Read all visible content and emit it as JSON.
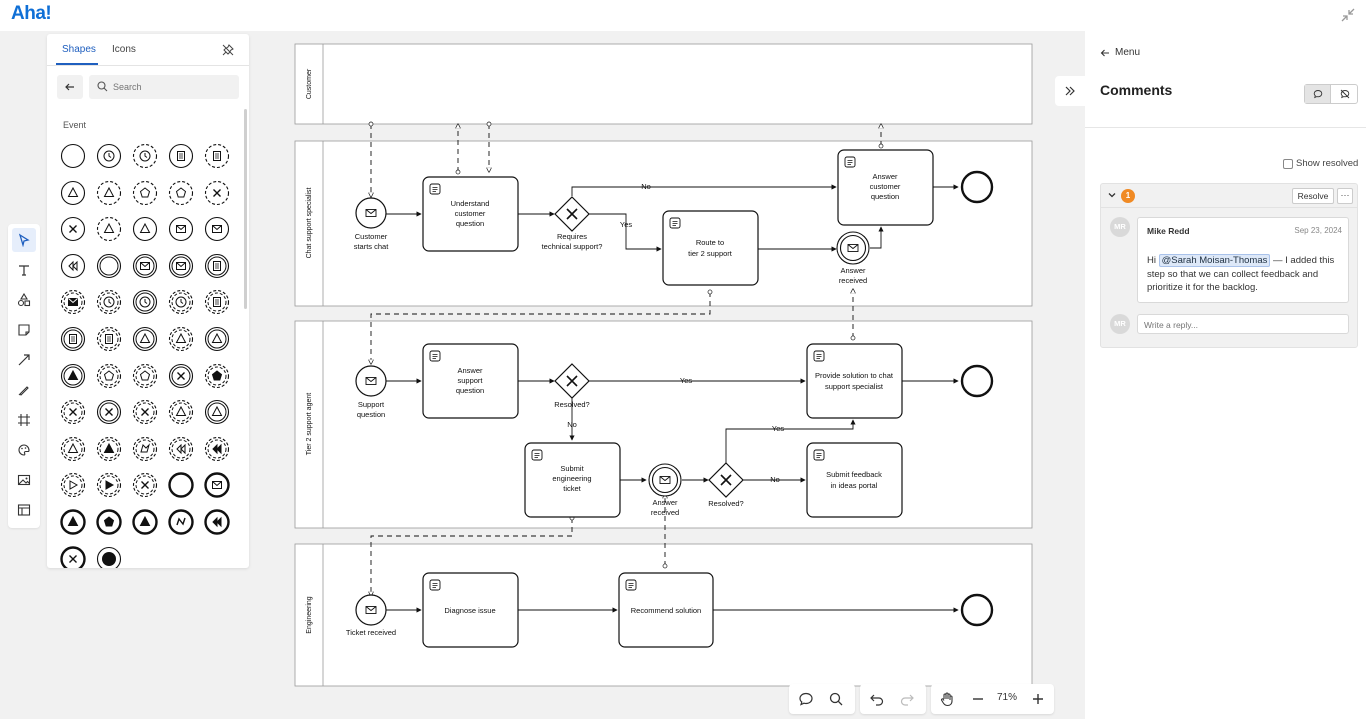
{
  "app": {
    "logo": "Aha!"
  },
  "panel": {
    "tabs": [
      {
        "label": "Shapes",
        "active": true
      },
      {
        "label": "Icons",
        "active": false
      }
    ],
    "search_placeholder": "Search",
    "section": "Event"
  },
  "diagram": {
    "lanes": [
      "Customer",
      "Chat support specialist",
      "Tier 2 support agent",
      "Engineering"
    ],
    "tasks": {
      "understand": [
        "Understand",
        "customer",
        "question"
      ],
      "answer_cust": [
        "Answer",
        "customer",
        "question"
      ],
      "route": [
        "Route to",
        "tier 2 support"
      ],
      "answer_support": [
        "Answer",
        "support",
        "question"
      ],
      "provide": [
        "Provide solution to chat",
        "support specialist"
      ],
      "submit_eng": [
        "Submit",
        "engineering",
        "ticket"
      ],
      "submit_fb": [
        "Submit feedback",
        "in ideas portal"
      ],
      "diagnose": [
        "Diagnose issue"
      ],
      "recommend": [
        "Recommend solution"
      ]
    },
    "events": {
      "customer_starts": [
        "Customer",
        "starts chat"
      ],
      "answer_received_1": [
        "Answer",
        "received"
      ],
      "support_question": [
        "Support",
        "question"
      ],
      "answer_received_2": [
        "Answer",
        "received"
      ],
      "ticket_received": [
        "Ticket received"
      ]
    },
    "gateways": {
      "requires": [
        "Requires",
        "technical support?"
      ],
      "resolved_1": [
        "Resolved?"
      ],
      "resolved_2": [
        "Resolved?"
      ]
    },
    "flow_labels": {
      "no": "No",
      "yes": "Yes"
    }
  },
  "controls": {
    "zoom": "71%"
  },
  "comments": {
    "menu": "Menu",
    "title": "Comments",
    "show_resolved": "Show resolved",
    "count": "1",
    "resolve": "Resolve",
    "more": "···",
    "author_initials": "MR",
    "author": "Mike Redd",
    "date": "Sep 23, 2024",
    "body_prefix": "Hi ",
    "mention": "@Sarah Moisan-Thomas",
    "body_suffix": " — I added this step so that we can collect feedback and prioritize it for the backlog.",
    "reply_placeholder": "Write a reply..."
  }
}
